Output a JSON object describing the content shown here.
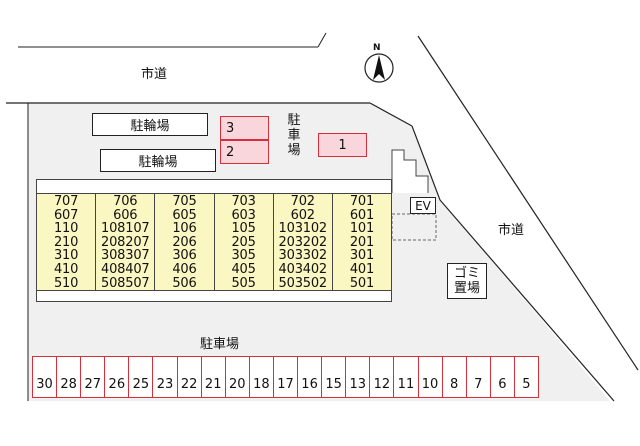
{
  "roads": {
    "north_road": "市道",
    "east_road": "市道"
  },
  "compass": {
    "letter": "N"
  },
  "bike_parking": [
    "駐輪場",
    "駐輪場"
  ],
  "parking_label_north": "駐車場",
  "parking_label_south": "駐車場",
  "north_spaces": [
    "3",
    "2",
    "1"
  ],
  "ev_label": "EV",
  "garbage_label": "ゴミ置場",
  "building_columns": [
    [
      "707",
      "607",
      "110",
      "210",
      "310",
      "410",
      "510"
    ],
    [
      "706",
      "606",
      "108107",
      "208207",
      "308307",
      "408407",
      "508507"
    ],
    [
      "705",
      "605",
      "106",
      "206",
      "306",
      "406",
      "506"
    ],
    [
      "703",
      "603",
      "105",
      "205",
      "305",
      "405",
      "505"
    ],
    [
      "702",
      "602",
      "103102",
      "203202",
      "303302",
      "403402",
      "503502"
    ],
    [
      "701",
      "601",
      "101",
      "201",
      "301",
      "401",
      "501"
    ]
  ],
  "south_spaces": [
    "30",
    "28",
    "27",
    "26",
    "25",
    "23",
    "22",
    "21",
    "20",
    "18",
    "17",
    "16",
    "15",
    "13",
    "12",
    "11",
    "10",
    "8",
    "7",
    "6",
    "5"
  ],
  "colors": {
    "ground": "#f0f0f0",
    "building": "#fbf7c2",
    "parking_border": "#d2303c",
    "parking_fill": "#f9d6dc"
  }
}
